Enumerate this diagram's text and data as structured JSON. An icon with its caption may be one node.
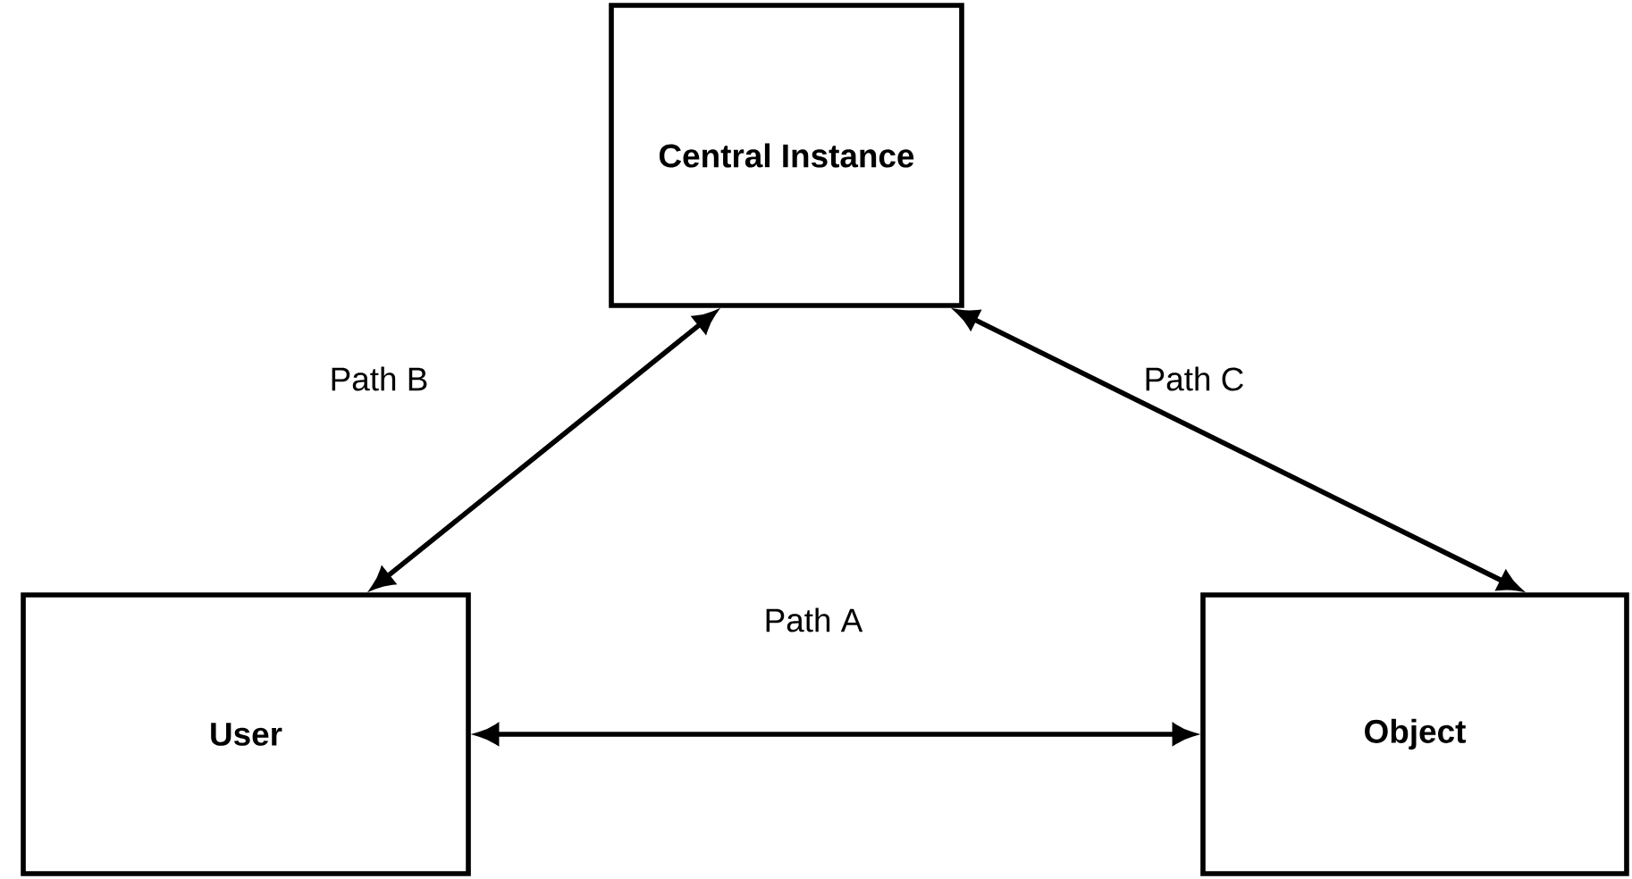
{
  "diagram": {
    "nodes": [
      {
        "text": [
          "Central Instance"
        ]
      },
      {
        "text": [
          "User"
        ]
      },
      {
        "text": [
          "Object"
        ]
      }
    ],
    "edges": [
      {
        "from": 1,
        "to": 2,
        "arrow": "both",
        "label": "Path A"
      },
      {
        "from": 1,
        "to": 0,
        "arrow": "both",
        "label": "Path B"
      },
      {
        "from": 0,
        "to": 2,
        "arrow": "both",
        "label": "Path C"
      }
    ]
  }
}
